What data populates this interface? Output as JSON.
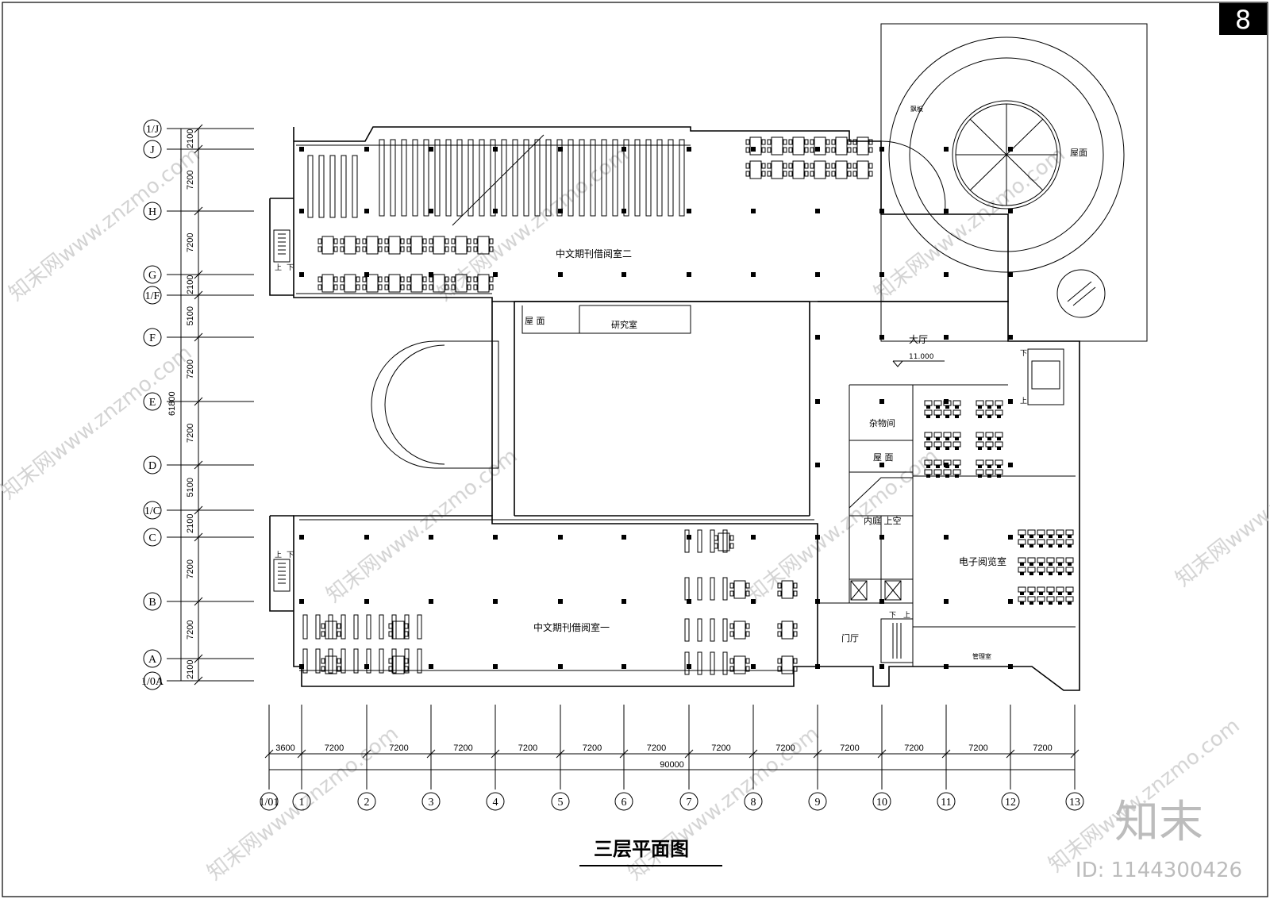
{
  "drawing_title": "三层平面图",
  "page_number": "8",
  "watermark": {
    "brand": "知末",
    "id_text": "ID: 1144300426",
    "site": "知末网www.znzmo.com"
  },
  "rooms": {
    "periodical_room_2": "中文期刊借阅室二",
    "periodical_room_1": "中文期刊借阅室一",
    "roof_1": "屋 面",
    "research": "研究室",
    "hall": "大厅",
    "hall_level": "11.000",
    "storage": "杂物间",
    "roof_2": "屋 面",
    "courtyard": "内庭 上空",
    "foyer": "门厅",
    "e_reading": "电子阅览室",
    "management": "管理室",
    "canopy": "飘板",
    "roof_3": "屋面"
  },
  "stairs": {
    "up": "上",
    "down": "下"
  },
  "row_axes": [
    "1/J",
    "J",
    "H",
    "G",
    "1/F",
    "F",
    "E",
    "D",
    "1/C",
    "C",
    "B",
    "A",
    "1/0A"
  ],
  "row_dims": [
    "2100",
    "7200",
    "7200",
    "2100",
    "5100",
    "7200",
    "7200",
    "5100",
    "2100",
    "7200",
    "7200",
    "2100"
  ],
  "row_total": "61800",
  "col_axes": [
    "1/01",
    "1",
    "2",
    "3",
    "4",
    "5",
    "6",
    "7",
    "8",
    "9",
    "10",
    "11",
    "12",
    "13"
  ],
  "col_dims": [
    "3600",
    "7200",
    "7200",
    "7200",
    "7200",
    "7200",
    "7200",
    "7200",
    "7200",
    "7200",
    "7200",
    "7200",
    "7200"
  ],
  "col_total": "90000"
}
